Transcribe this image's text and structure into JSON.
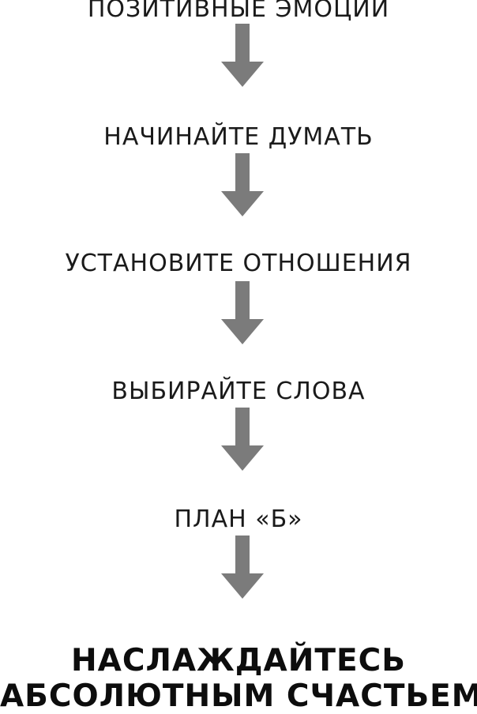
{
  "steps": [
    "ПОЗИТИВНЫЕ ЭМОЦИИ",
    "НАЧИНАЙТЕ ДУМАТЬ",
    "УСТАНОВИТЕ ОТНОШЕНИЯ",
    "ВЫБИРАЙТЕ СЛОВА",
    "ПЛАН «Б»"
  ],
  "result": {
    "line1": "НАСЛАЖДАЙТЕСЬ",
    "line2": "АБСОЛЮТНЫМ СЧАСТЬЕМ"
  },
  "colors": {
    "arrow": "#7b7b7b",
    "text": "#1a1a1a"
  },
  "icons": {
    "arrow": "down-arrow-icon"
  }
}
